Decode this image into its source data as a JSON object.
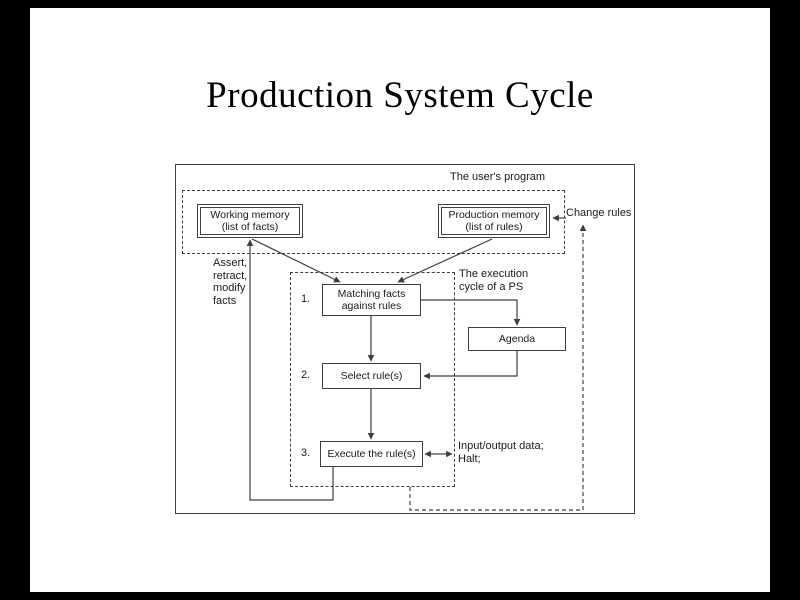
{
  "slide": {
    "title": "Production System Cycle"
  },
  "diagram": {
    "user_program_label": "The user's program",
    "change_rules_label": "Change rules",
    "working_memory": {
      "line1": "Working memory",
      "line2": "(list of facts)"
    },
    "production_memory": {
      "line1": "Production memory",
      "line2": "(list of rules)"
    },
    "assert_note": {
      "line1": "Assert,",
      "line2": "retract,",
      "line3": "modify",
      "line4": "facts"
    },
    "execution_cycle_label": {
      "line1": "The execution",
      "line2": "cycle of a PS"
    },
    "steps": {
      "one": {
        "num": "1.",
        "line1": "Matching facts",
        "line2": "against rules"
      },
      "two": {
        "num": "2.",
        "label": "Select rule(s)"
      },
      "three": {
        "num": "3.",
        "label": "Execute the rule(s)"
      }
    },
    "agenda_label": "Agenda",
    "io_note": {
      "line1": "Input/output data;",
      "line2": "Halt;"
    }
  },
  "colors": {
    "background": "#000000",
    "slide": "#ffffff",
    "line": "#3f3f3f",
    "text": "#1a1a1a"
  }
}
